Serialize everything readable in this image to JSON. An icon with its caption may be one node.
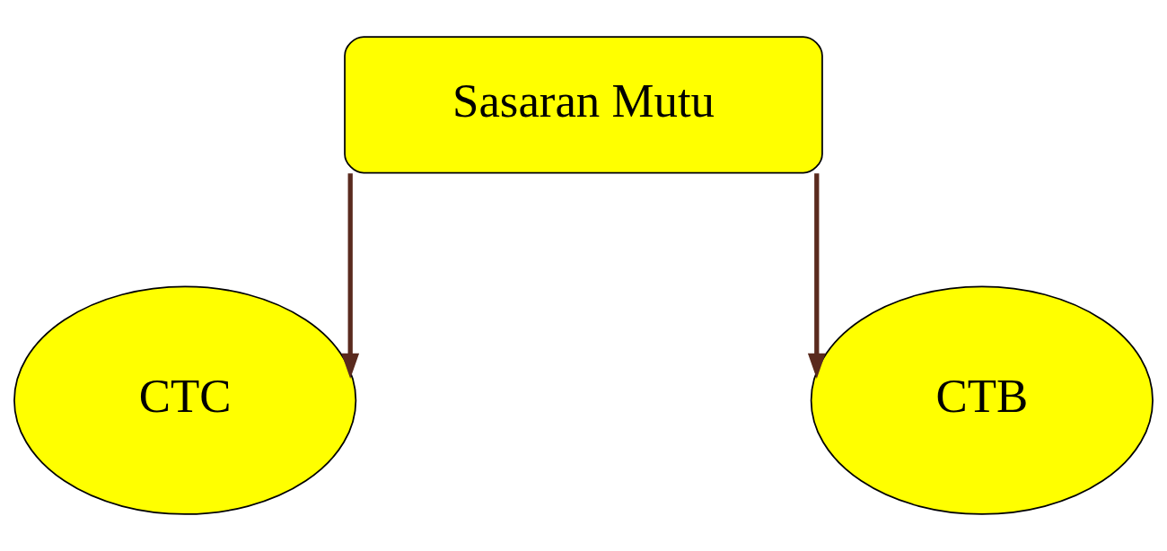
{
  "diagram": {
    "nodes": [
      {
        "text": [
          "Sasaran Mutu"
        ]
      },
      {
        "text": [
          "CTC"
        ]
      },
      {
        "text": [
          "CTB"
        ]
      }
    ],
    "edges": [
      {
        "from": 0,
        "to": 1,
        "arrow": "to"
      },
      {
        "from": 0,
        "to": 2,
        "arrow": "to"
      }
    ]
  }
}
